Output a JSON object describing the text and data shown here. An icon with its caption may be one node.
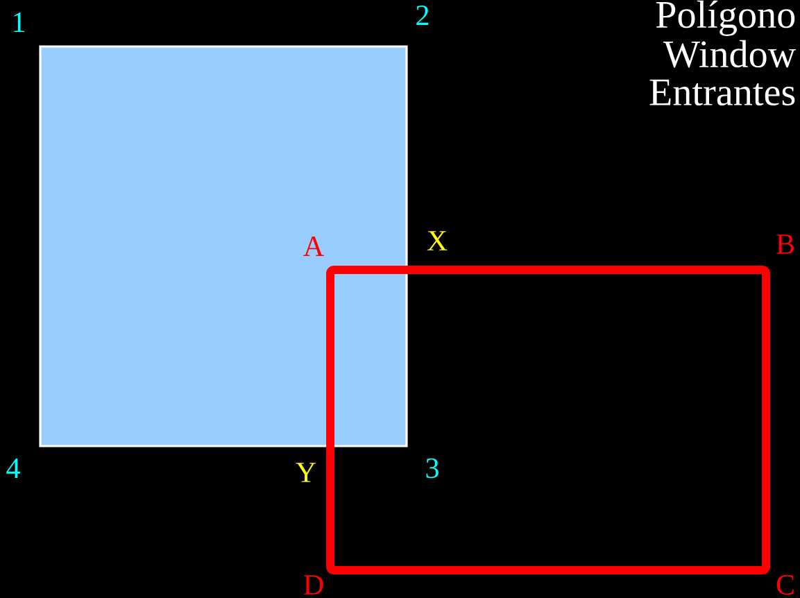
{
  "diagram": {
    "nodes": [
      {
        "text": [],
        "shape": "box"
      },
      {
        "text": [],
        "shape": "box"
      }
    ],
    "labels": [
      "1",
      "2",
      "Polígono",
      "Window",
      "Entrantes",
      "A",
      "X",
      "B",
      "4",
      "Y",
      "3",
      "D",
      "C"
    ]
  }
}
